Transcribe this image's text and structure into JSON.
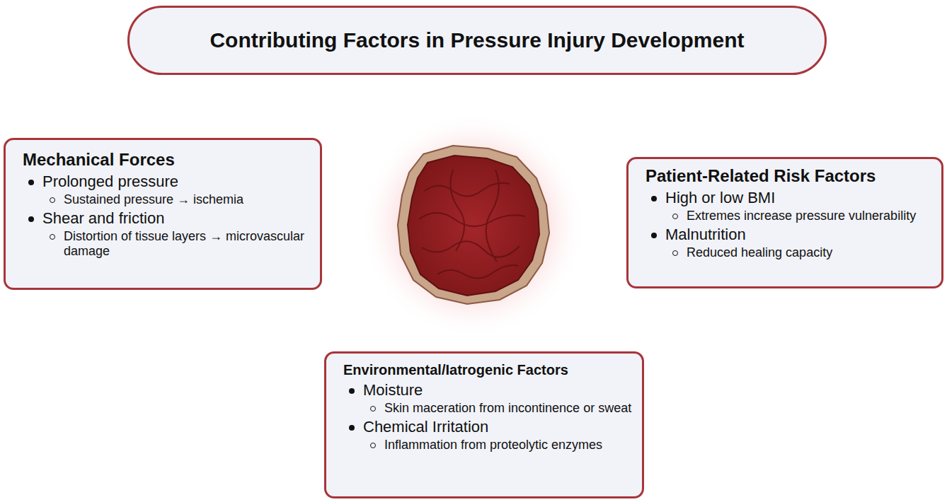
{
  "diagram": {
    "title": "Contributing Factors in Pressure Injury Development",
    "nodes": [
      {
        "text": [
          "Mechanical Forces",
          "Prolonged pressure",
          "Sustained pressure → ischemia",
          "Shear and friction",
          "Distortion of tissue layers → microvascular damage"
        ]
      },
      {
        "text": [
          "Patient-Related Risk Factors",
          "High or low BMI",
          "Extremes increase pressure vulnerability",
          "Malnutrition",
          "Reduced healing capacity"
        ]
      },
      {
        "text": [
          "Environmental/Iatrogenic Factors",
          "Moisture",
          "Skin maceration from incontinence or sweat",
          "Chemical Irritation",
          "Inflammation from proteolytic enzymes"
        ]
      }
    ]
  }
}
